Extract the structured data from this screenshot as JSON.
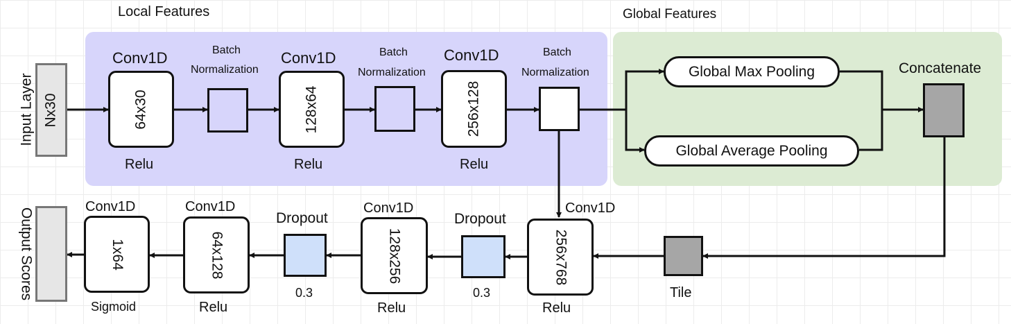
{
  "colors": {
    "local_region": "#d7d5fb",
    "global_region": "#dcebd3",
    "dropout_fill": "#cfe0fa",
    "gray_fill": "#a6a6a6",
    "io_fill": "#e6e6e6"
  },
  "regions": {
    "local": "Local Features",
    "global": "Global Features"
  },
  "input_layer": {
    "title": "Input Layer",
    "shape": "Nx30"
  },
  "output_layer": {
    "title": "Output Scores"
  },
  "encoder": {
    "conv1": {
      "type": "Conv1D",
      "shape": "64x30",
      "activation": "Relu"
    },
    "bn1": {
      "line1": "Batch",
      "line2": "Normalization"
    },
    "conv2": {
      "type": "Conv1D",
      "shape": "128x64",
      "activation": "Relu"
    },
    "bn2": {
      "line1": "Batch",
      "line2": "Normalization"
    },
    "conv3": {
      "type": "Conv1D",
      "shape": "256x128",
      "activation": "Relu"
    },
    "bn3": {
      "line1": "Batch",
      "line2": "Normalization"
    }
  },
  "global": {
    "max_pool": "Global Max Pooling",
    "avg_pool": "Global Average Pooling",
    "concat": "Concatenate",
    "tile": "Tile"
  },
  "decoder": {
    "conv_a": {
      "type": "Conv1D",
      "shape": "256x768",
      "activation": "Relu"
    },
    "dropout_a": {
      "type": "Dropout",
      "rate": "0.3"
    },
    "conv_b": {
      "type": "Conv1D",
      "shape": "128x256",
      "activation": "Relu"
    },
    "dropout_b": {
      "type": "Dropout",
      "rate": "0.3"
    },
    "conv_c": {
      "type": "Conv1D",
      "shape": "64x128",
      "activation": "Relu"
    },
    "conv_d": {
      "type": "Conv1D",
      "shape": "1x64",
      "activation": "Sigmoid"
    }
  }
}
